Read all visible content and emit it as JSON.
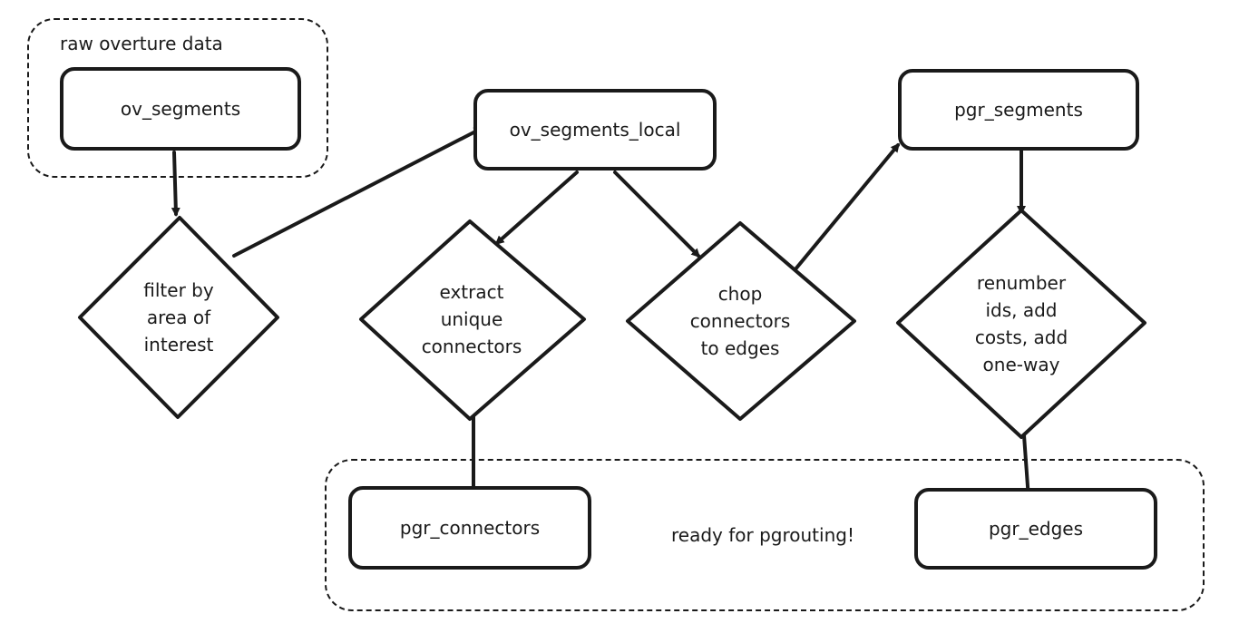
{
  "groups": {
    "raw": {
      "label": "raw overture data"
    },
    "ready": {
      "label": "ready for pgrouting!"
    }
  },
  "nodes": {
    "ov_segments": "ov_segments",
    "ov_segments_local": "ov_segments_local",
    "pgr_segments": "pgr_segments",
    "pgr_connectors": "pgr_connectors",
    "pgr_edges": "pgr_edges"
  },
  "decisions": {
    "filter": "filter by\narea of\ninterest",
    "extract": "extract\nunique\nconnectors",
    "chop": "chop\nconnectors\nto edges",
    "renumber": "renumber\nids, add\ncosts, add\none-way"
  }
}
